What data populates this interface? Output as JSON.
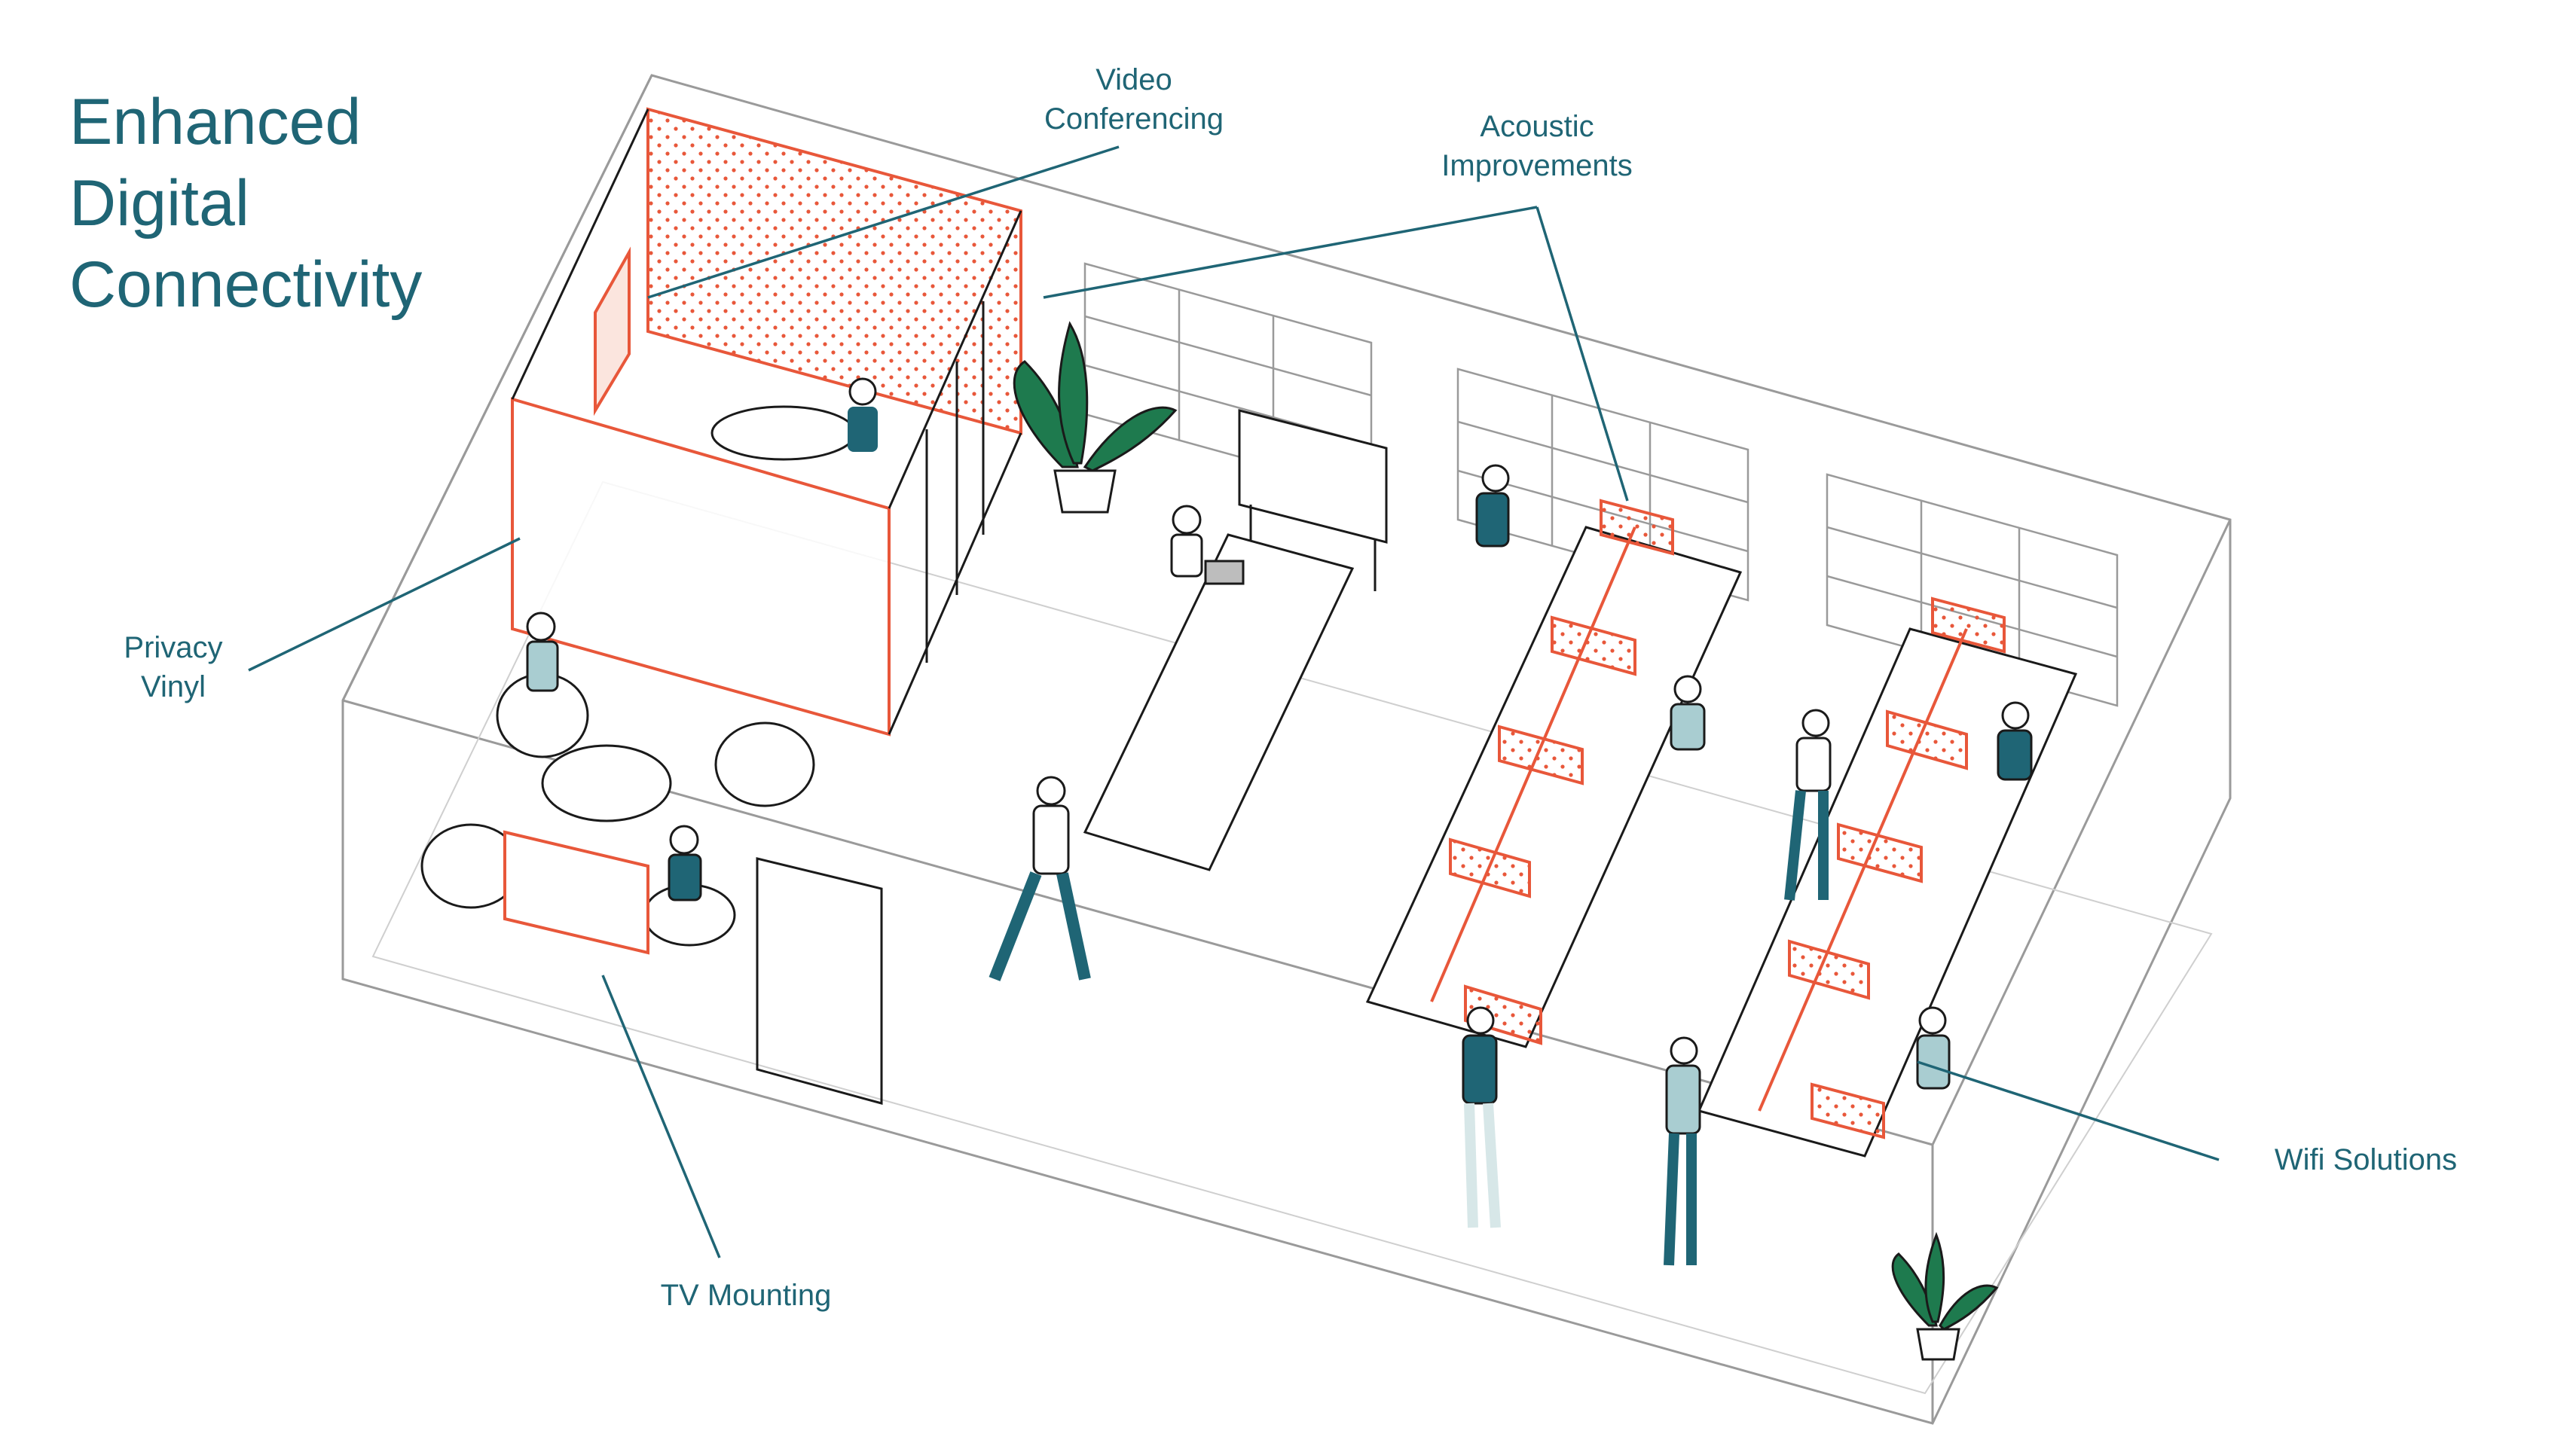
{
  "title": {
    "line1": "Enhanced",
    "line2": "Digital",
    "line3": "Connectivity"
  },
  "callouts": {
    "video_conferencing": {
      "line1": "Video",
      "line2": "Conferencing"
    },
    "acoustic_improvements": {
      "line1": "Acoustic",
      "line2": "Improvements"
    },
    "privacy_vinyl": {
      "line1": "Privacy",
      "line2": "Vinyl"
    },
    "tv_mounting": {
      "line1": "TV Mounting"
    },
    "wifi_solutions": {
      "line1": "Wifi Solutions"
    }
  },
  "colors": {
    "text_teal": "#1f6575",
    "accent_orange": "#e8573a",
    "plant_green": "#1e7a4e",
    "line_black": "#1a1a1a",
    "room_outline": "#9a9a9a"
  }
}
